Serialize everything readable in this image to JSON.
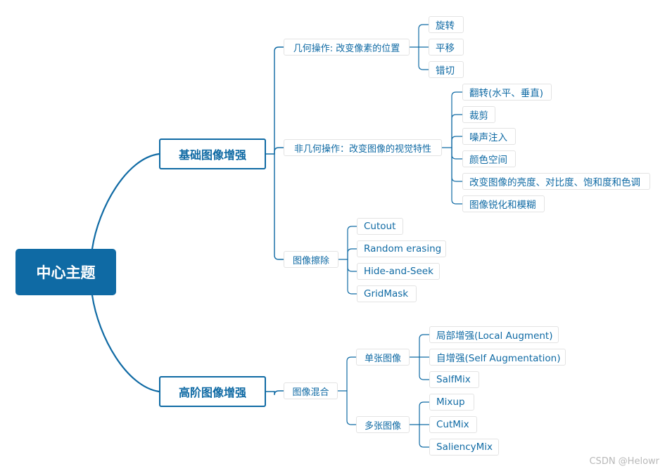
{
  "root": {
    "label": "中心主题"
  },
  "branches": [
    {
      "label": "基础图像增强",
      "children": [
        {
          "label": "几何操作: 改变像素的位置",
          "children": [
            "旋转",
            "平移",
            "错切"
          ]
        },
        {
          "label": "非几何操作：改变图像的视觉特性",
          "children": [
            "翻转(水平、垂直)",
            "裁剪",
            "噪声注入",
            "颜色空间",
            "改变图像的亮度、对比度、饱和度和色调",
            "图像锐化和模糊"
          ]
        },
        {
          "label": "图像擦除",
          "children": [
            "Cutout",
            "Random erasing",
            "Hide-and-Seek",
            "GridMask"
          ]
        }
      ]
    },
    {
      "label": "高阶图像增强",
      "children": [
        {
          "label": "图像混合",
          "children": [
            {
              "label": "单张图像",
              "children": [
                "局部增强(Local Augment)",
                "自增强(Self Augmentation)",
                "SalfMix"
              ]
            },
            {
              "label": "多张图像",
              "children": [
                "Mixup",
                "CutMix",
                "SaliencyMix"
              ]
            }
          ]
        }
      ]
    }
  ],
  "watermark": "CSDN @Helowr",
  "colors": {
    "accent": "#0f6aa4",
    "node_border": "#e3e3e3",
    "background": "#ffffff"
  }
}
